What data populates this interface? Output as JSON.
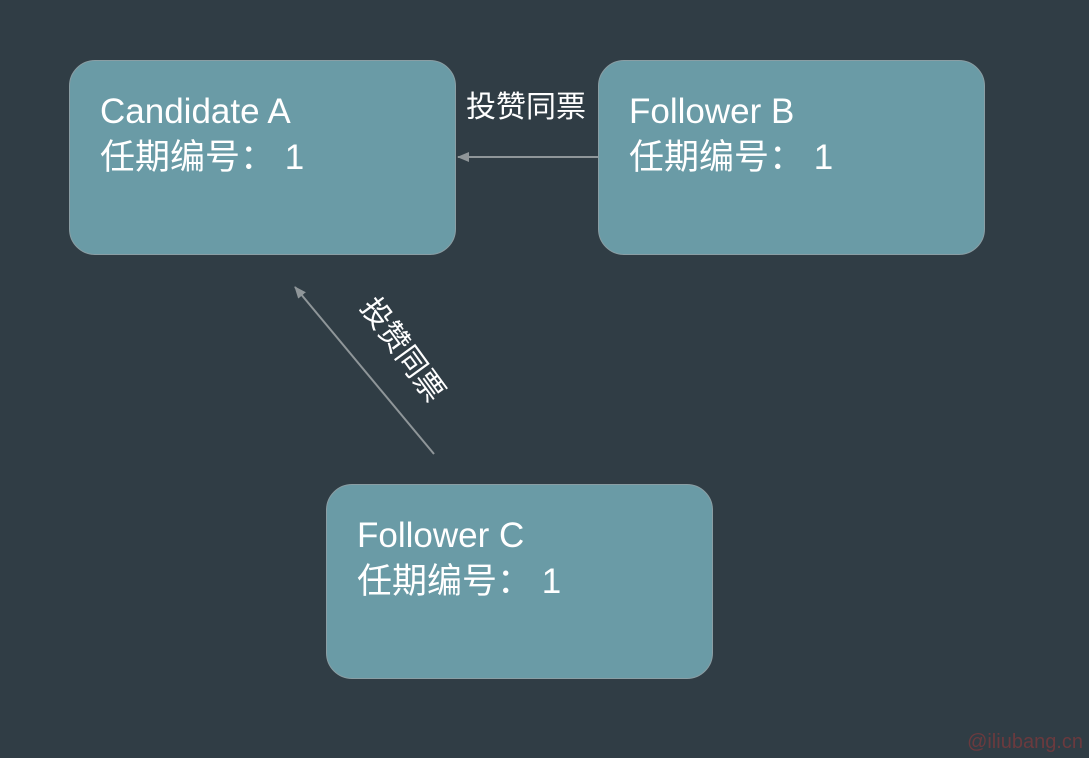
{
  "nodes": [
    {
      "name": "Candidate A",
      "term": "任期编号： 1"
    },
    {
      "name": "Follower B",
      "term": "任期编号： 1"
    },
    {
      "name": "Follower C",
      "term": "任期编号： 1"
    }
  ],
  "edges": [
    {
      "from": "Follower B",
      "to": "Candidate A",
      "label": "投赞同票"
    },
    {
      "from": "Follower C",
      "to": "Candidate A",
      "label": "投赞同票"
    }
  ],
  "watermark": "@iliubang.cn",
  "colors": {
    "background": "#303d45",
    "node": "#6a9ba6",
    "arrow": "#8f9699"
  }
}
